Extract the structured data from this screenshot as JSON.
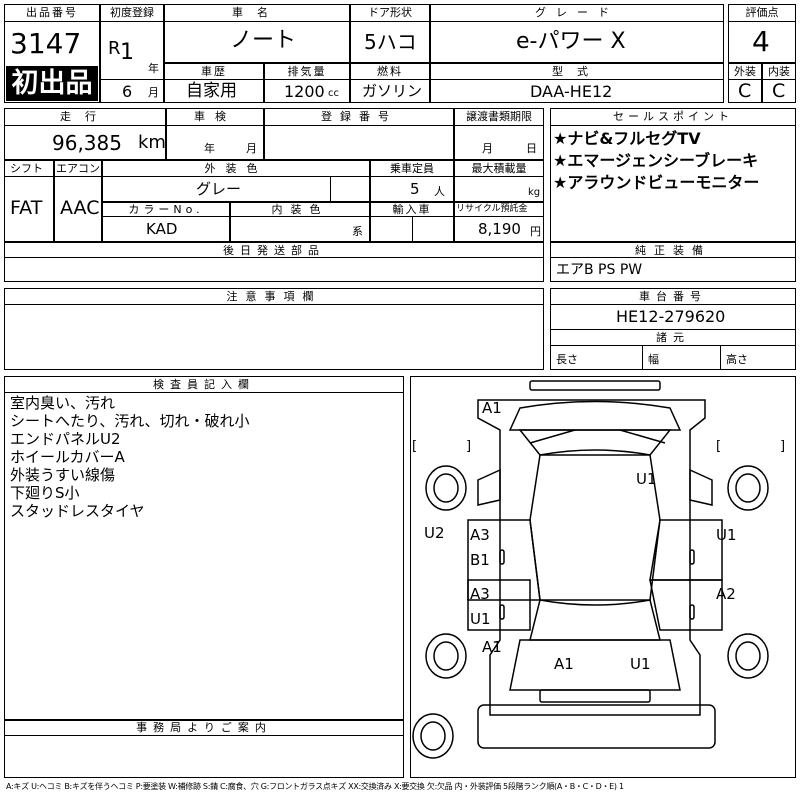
{
  "header": {
    "lot_label": "出品番号",
    "lot_number": "3147",
    "first_listing": "初出品",
    "first_reg_label": "初度登録",
    "era": "R",
    "year_num": "1",
    "year_unit": "年",
    "month_num": "6",
    "month_unit": "月",
    "car_name_label": "車名",
    "car_name": "ノート",
    "door_label": "ドア形状",
    "door_value": "5ハコ",
    "grade_label": "グレード",
    "grade_value": "e-パワー X",
    "score_label": "評価点",
    "score_value": "4",
    "history_label": "車歴",
    "history_value": "自家用",
    "displacement_label": "排気量",
    "displacement_value": "1200",
    "displacement_unit": "cc",
    "fuel_label": "燃料",
    "fuel_value": "ガソリン",
    "model_label": "型式",
    "model_value": "DAA-HE12",
    "exterior_label": "外装",
    "exterior_value": "C",
    "interior_label": "内装",
    "interior_value": "C"
  },
  "row2": {
    "mileage_label": "走行",
    "mileage_value": "96,385",
    "mileage_unit": "km",
    "inspection_label": "車検",
    "inspection_year": "年",
    "inspection_month": "月",
    "reg_no_label": "登録番号",
    "transfer_label": "譲渡書類期限",
    "transfer_month": "月",
    "transfer_day": "日",
    "shift_label": "シフト",
    "shift_value": "FAT",
    "ac_label": "エアコン",
    "ac_value": "AAC",
    "ext_color_label": "外装色",
    "ext_color_value": "グレー",
    "capacity_label": "乗車定員",
    "capacity_value": "5",
    "capacity_unit": "人",
    "load_label": "最大積載量",
    "load_unit": "kg",
    "color_no_label": "カラーNo.",
    "color_no_value": "KAD",
    "int_color_label": "内装色",
    "int_color_unit": "系",
    "import_label": "輸入車",
    "recycle_label": "リサイクル預託金",
    "recycle_value": "8,190",
    "recycle_unit": "円",
    "later_parts_label": "後日発送部品"
  },
  "sales": {
    "label": "セールスポイント",
    "points": [
      "★ナビ&フルセグTV",
      "★エマージェンシーブレーキ",
      "★アラウンドビューモニター"
    ]
  },
  "equipment": {
    "label": "純正装備",
    "value": "エアB PS PW"
  },
  "notes": {
    "label": "注意事項欄"
  },
  "chassis": {
    "label": "車台番号",
    "value": "HE12-279620",
    "dims_label": "諸元",
    "length_label": "長さ",
    "width_label": "幅",
    "height_label": "高さ"
  },
  "inspector": {
    "label": "検査員記入欄",
    "lines": [
      "室内臭い、汚れ",
      "シートへたり、汚れ、切れ・破れ小",
      "エンドパネルU2",
      "ホイールカバーA",
      "外装うすい線傷",
      "下廻りS小",
      "スタッドレスタイヤ"
    ]
  },
  "office": {
    "label": "事務局よりご案内"
  },
  "diagram": {
    "marks": [
      "A1",
      "U1",
      "U2",
      "U1",
      "A3",
      "B1",
      "A3",
      "U1",
      "A2",
      "A1",
      "A1",
      "U1"
    ],
    "brackets": [
      "[",
      "]",
      "[",
      "]"
    ]
  },
  "legend": "A:キズ U:ヘコミ B:キズを伴うヘコミ P:要塗装 W:補修跡 S:錆 C:腐食、穴 G:フロントガラス点キズ XX:交換済み X:要交換 欠:欠品 内・外装評価 5段階ランク順(A・B・C・D・E) 1"
}
